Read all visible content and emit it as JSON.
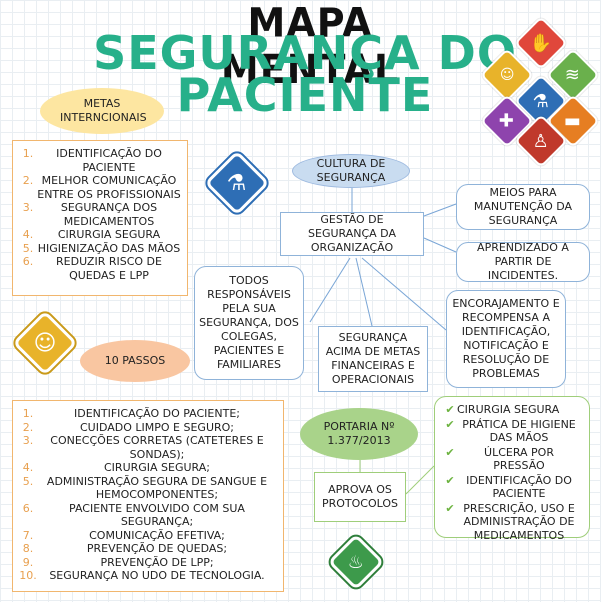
{
  "title": {
    "line1": "MAPA MENTAL",
    "line2": "SEGURANÇA DO",
    "line3": "PACIENTE"
  },
  "metas": {
    "label": "METAS INTERNCIONAIS",
    "items": [
      {
        "n": "1.",
        "t": "IDENTIFICAÇÃO DO PACIENTE"
      },
      {
        "n": "2.",
        "t": "MELHOR COMUNICAÇÃO ENTRE OS PROFISSIONAIS"
      },
      {
        "n": "3.",
        "t": "SEGURANÇA DOS MEDICAMENTOS"
      },
      {
        "n": "4.",
        "t": "CIRURGIA SEGURA"
      },
      {
        "n": "5.",
        "t": "HIGIENIZAÇÃO DAS MÃOS"
      },
      {
        "n": "6.",
        "t": "REDUZIR RISCO DE QUEDAS E LPP"
      }
    ]
  },
  "cultura": {
    "label": "CULTURA DE SEGURANÇA",
    "center": "GESTÃO DE SEGURANÇA DA ORGANIZAÇÃO",
    "meios": "MEIOS PARA MANUTENÇÃO DA SEGURANÇA",
    "aprendizado": "APRENDIZADO A PARTIR DE INCIDENTES.",
    "todos": "TODOS RESPONSÁVEIS PELA SUA SEGURANÇA, DOS COLEGAS, PACIENTES E FAMILIARES",
    "acima": "SEGURANÇA ACIMA DE METAS FINANCEIRAS E OPERACIONAIS",
    "encorajamento": "ENCORAJAMENTO E RECOMPENSA A IDENTIFICAÇÃO, NOTIFICAÇÃO E RESOLUÇÃO DE PROBLEMAS"
  },
  "passos": {
    "label": "10 PASSOS",
    "items": [
      {
        "n": "1.",
        "t": "IDENTIFICAÇÃO DO PACIENTE;"
      },
      {
        "n": "2.",
        "t": "CUIDADO LIMPO E SEGURO;"
      },
      {
        "n": "3.",
        "t": "CONECÇÕES CORRETAS (CATETERES E SONDAS);"
      },
      {
        "n": "4.",
        "t": "CIRURGIA SEGURA;"
      },
      {
        "n": "5.",
        "t": "ADMINISTRAÇÃO SEGURA DE SANGUE E HEMOCOMPONENTES;"
      },
      {
        "n": "6.",
        "t": "PACIENTE ENVOLVIDO COM SUA SEGURANÇA;"
      },
      {
        "n": "7.",
        "t": "COMUNICAÇÃO EFETIVA;"
      },
      {
        "n": "8.",
        "t": "PREVENÇÃO DE QUEDAS;"
      },
      {
        "n": "9.",
        "t": "PREVENÇÃO DE LPP;"
      },
      {
        "n": "10.",
        "t": "SEGURANÇA NO UDO DE TECNOLOGIA."
      }
    ]
  },
  "portaria": {
    "label": "PORTARIA Nº 1.377/2013",
    "aprova": "APROVA OS PROTOCOLOS",
    "items": [
      "CIRURGIA SEGURA",
      "PRÁTICA DE HIGIENE DAS MÃOS",
      "ÚLCERA POR PRESSÃO",
      "IDENTIFICAÇÃO DO PACIENTE",
      "PRESCRIÇÃO, USO E ADMINISTRAÇÃO DE MEDICAMENTOS"
    ]
  },
  "icons": {
    "cluster": [
      {
        "name": "hand-icon",
        "glyph": "✋",
        "color": "#e0473b"
      },
      {
        "name": "people-icon",
        "glyph": "👥",
        "color": "#e8b32a"
      },
      {
        "name": "shower-icon",
        "glyph": "≋",
        "color": "#6ab04c"
      },
      {
        "name": "pill-bottle-icon",
        "glyph": "⚗",
        "color": "#2e6eb5"
      },
      {
        "name": "bandage-icon",
        "glyph": "✚",
        "color": "#8e44ad"
      },
      {
        "name": "stretcher-icon",
        "glyph": "🛏",
        "color": "#e67e22"
      },
      {
        "name": "fall-icon",
        "glyph": "🏃",
        "color": "#c0392b"
      }
    ],
    "medication_color": "#2e6eb5",
    "people_color": "#e8b32a",
    "handwash_color": "#3d9a4b"
  },
  "colors": {
    "title_green": "#27b08a",
    "yellow_ellipse": "#fde6a1",
    "blue_ellipse": "#c9dcf0",
    "orange_ellipse": "#f9c6a1",
    "green_ellipse": "#a9d38a",
    "number_orange": "#e8a04f",
    "check_green": "#6cb33f"
  }
}
